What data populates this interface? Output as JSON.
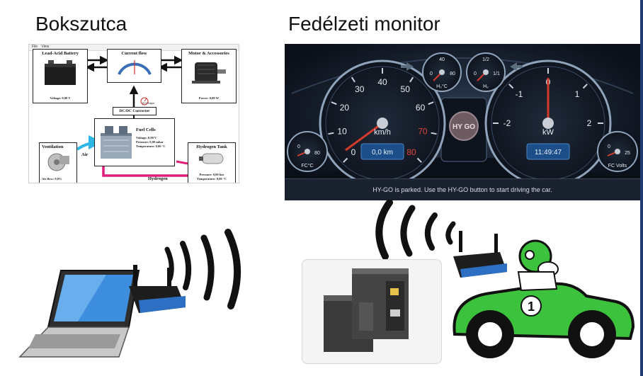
{
  "titles": {
    "pit": "Bokszutca",
    "monitor": "Fedélzeti monitor"
  },
  "pit": {
    "menu": [
      "File",
      "View"
    ],
    "battery": {
      "title": "Lead-Acid Battery",
      "voltage": "Voltage: 0,00 V"
    },
    "current": {
      "title": "Current flow",
      "amps": "0,0 Amps"
    },
    "motor": {
      "title": "Motor & Accessories",
      "power": "Power: 0,00 W"
    },
    "dcdc": "DC/DC Converter",
    "fuelcell": {
      "title": "Fuel Cells",
      "voltage": "Voltage: 0,00 V",
      "pressure": "Pressure: 0,00 mbar",
      "temperature": "Temperature: 0,00 °C"
    },
    "ventilation": {
      "title": "Ventilation",
      "airflow": "Air flow: 0,0%"
    },
    "air": "Air",
    "tank": {
      "title": "Hydrogen Tank",
      "pressure": "Pressure: 0,00 bar",
      "temperature": "Temperature: 0,00 °C"
    },
    "hydrogen": "Hydrogen"
  },
  "dashboard": {
    "speed": {
      "ticks": [
        "0",
        "10",
        "20",
        "30",
        "40",
        "50",
        "60",
        "70",
        "80"
      ],
      "unit": "km/h",
      "odometer": "0,0 km",
      "value": 0,
      "max": 80
    },
    "power": {
      "ticks": [
        "-2",
        "-1",
        "0",
        "1",
        "2"
      ],
      "unit": "kW",
      "clock": "11:49:47",
      "value": 0
    },
    "h2temp": {
      "ticks": [
        "0",
        "40",
        "80"
      ],
      "unit": "H₂°C"
    },
    "h2level": {
      "ticks": [
        "0",
        "1/2",
        "1/1"
      ],
      "unit": "H₂"
    },
    "fctemp": {
      "ticks": [
        "0",
        "80"
      ],
      "unit": "FC°C"
    },
    "fcvolts": {
      "ticks": [
        "0",
        "25"
      ],
      "unit": "FC Volts"
    },
    "logo": "HY GO",
    "status": "HY-GO is parked. Use the HY-GO button to start driving the car."
  },
  "car": {
    "number": "1"
  },
  "colors": {
    "dash_bg": "#101826",
    "needle": "#d23a2a",
    "car_body": "#3cc23c",
    "cable_blue": "#2db7e6",
    "cable_pink": "#e01e7a"
  },
  "icons": {
    "laptop": "laptop-icon",
    "router_left": "wifi-router-icon",
    "router_car": "wifi-router-icon",
    "controller": "embedded-controller-icon",
    "car": "race-car-icon"
  }
}
